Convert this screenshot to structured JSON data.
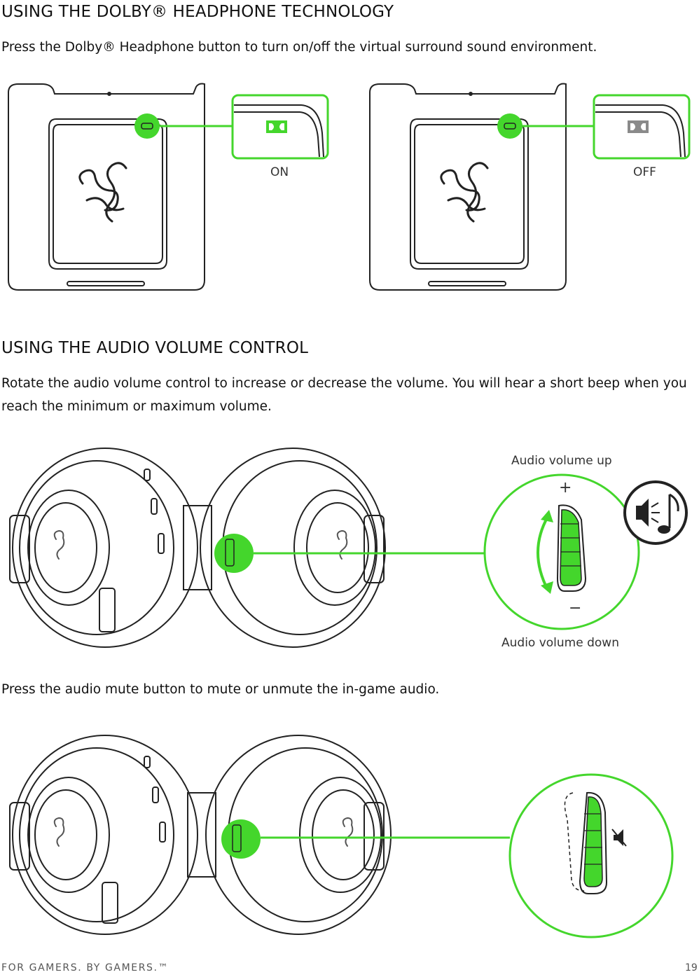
{
  "section1": {
    "heading": "USING THE DOLBY® HEADPHONE TECHNOLOGY",
    "body": "Press the Dolby® Headphone button to turn on/off the virtual surround sound environment.",
    "label_on": "ON",
    "label_off": "OFF"
  },
  "section2": {
    "heading": "USING THE AUDIO VOLUME CONTROL",
    "body": "Rotate the audio volume control to increase or decrease the volume. You will hear a short beep when you reach the minimum or maximum volume.",
    "label_up": "Audio volume up",
    "label_down": "Audio volume down",
    "plus": "+",
    "minus": "−"
  },
  "section3": {
    "body": "Press the audio mute button to mute or unmute the in-game audio."
  },
  "footer": {
    "tagline": "FOR GAMERS. BY GAMERS.™",
    "page_number": "19"
  },
  "colors": {
    "accent": "#44d62c",
    "line": "#222222"
  }
}
